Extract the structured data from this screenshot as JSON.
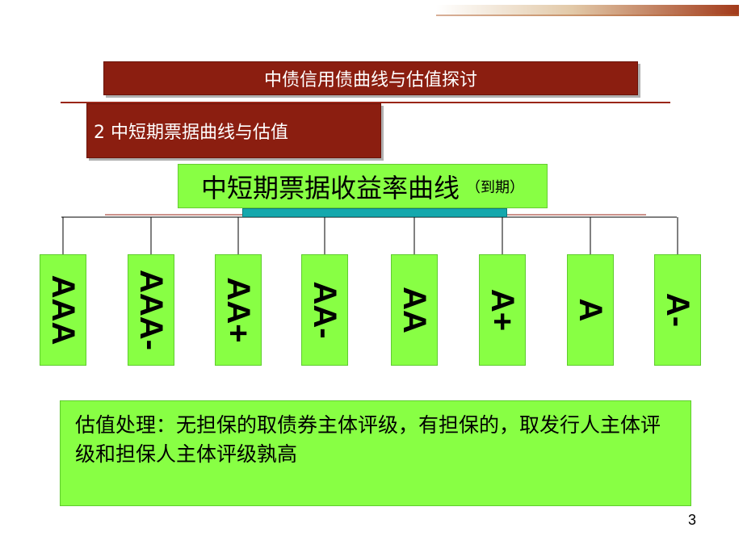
{
  "slide": {
    "main_title": "中债信用债曲线与估值探讨",
    "section_title": "2 中短期票据曲线与估值",
    "curve_title": "中短期票据收益率曲线",
    "curve_note": "（到期）",
    "ratings": [
      "AAA",
      "AAA-",
      "AA+",
      "AA-",
      "AA",
      "A+",
      "A",
      "A-"
    ],
    "valuation_text": "估值处理：无担保的取债券主体评级，有担保的，取发行人主体评级和担保人主体评级孰高",
    "page_number": "3"
  },
  "colors": {
    "title_bar": "#8b1e10",
    "box_green": "#88ff44",
    "teal_bar": "#15a8ad"
  }
}
